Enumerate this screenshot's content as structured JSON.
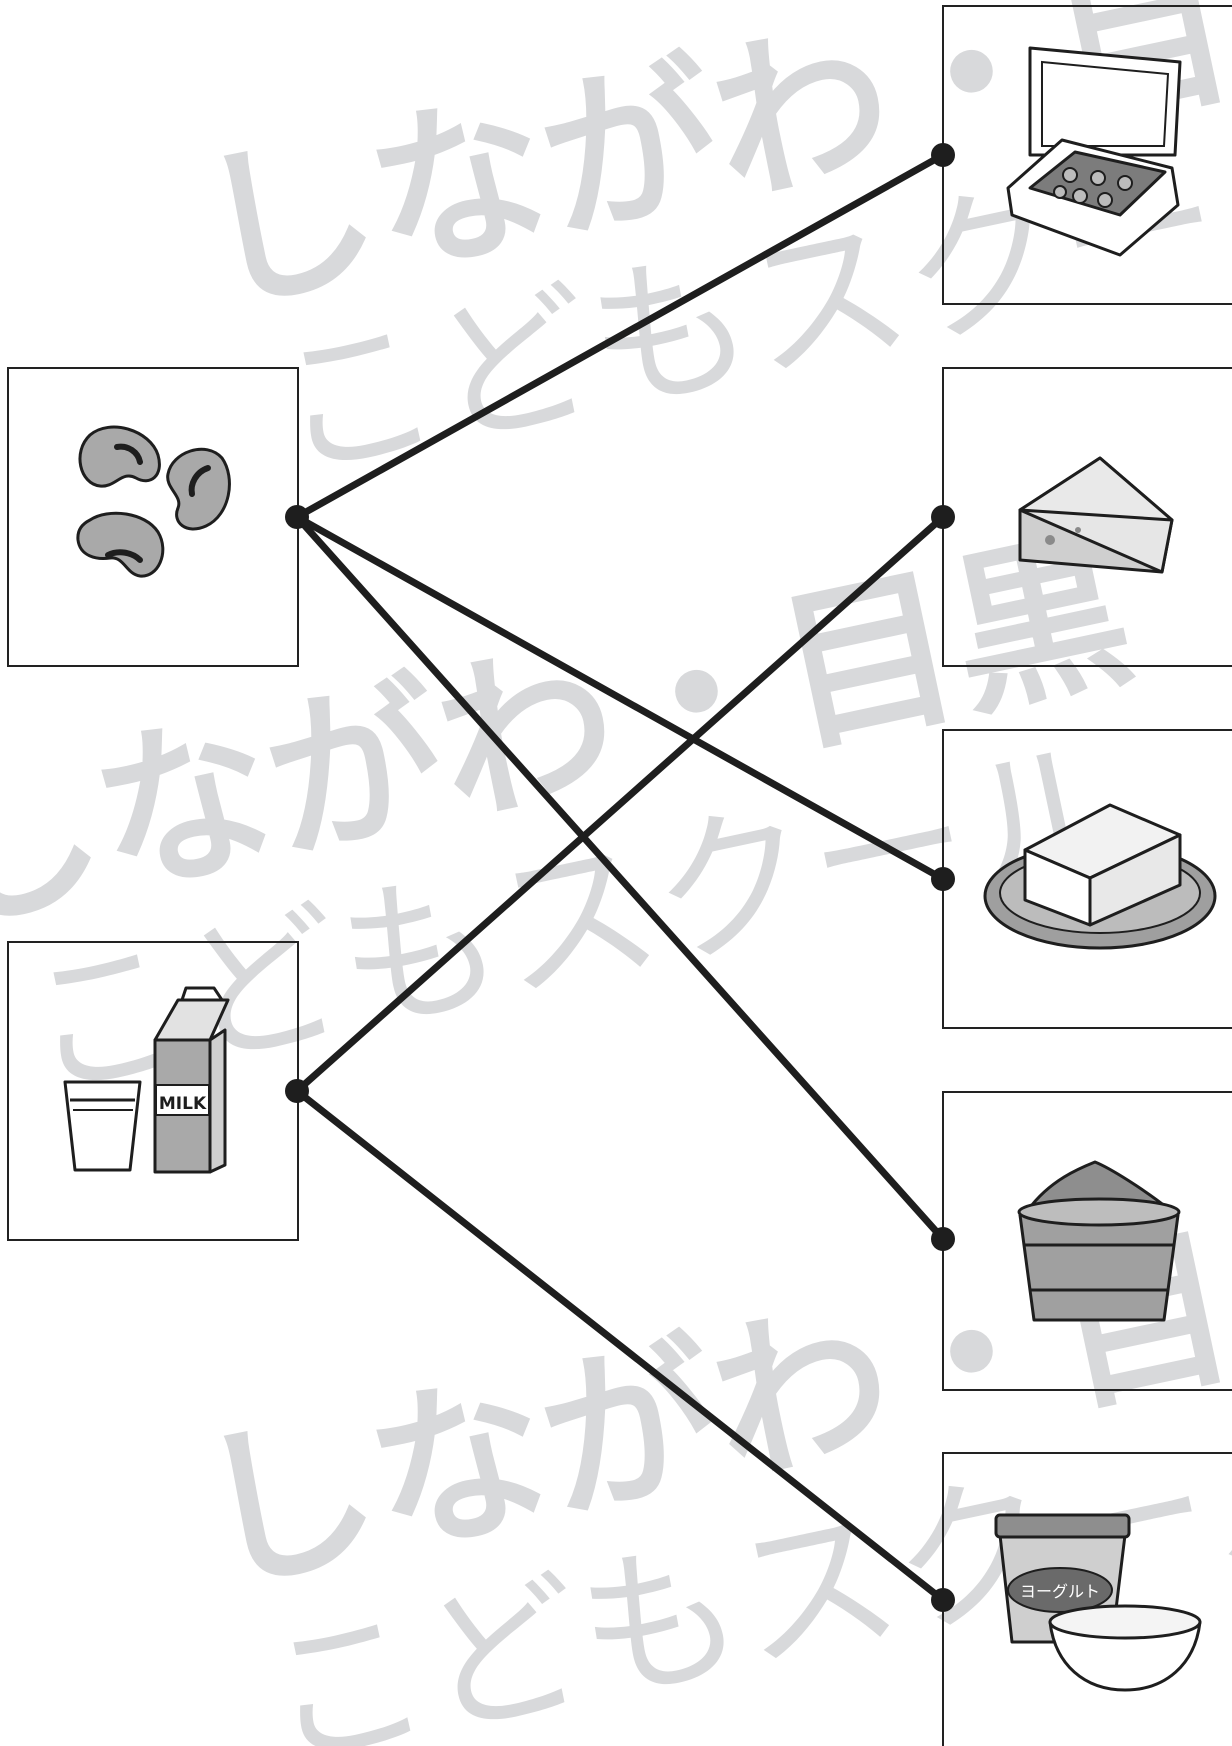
{
  "watermark": {
    "line1": "しながわ・目黒",
    "line2": "こどもスクール"
  },
  "left_items": [
    {
      "name": "beans",
      "icon": "soybeans-icon"
    },
    {
      "name": "milk",
      "icon": "milk-icon",
      "carton_label": "MILK"
    }
  ],
  "right_items": [
    {
      "name": "natto",
      "icon": "natto-pack-icon"
    },
    {
      "name": "cheese",
      "icon": "cheese-icon"
    },
    {
      "name": "tofu",
      "icon": "tofu-icon"
    },
    {
      "name": "miso",
      "icon": "miso-tub-icon"
    },
    {
      "name": "yogurt",
      "icon": "yogurt-icon",
      "cup_label": "ヨーグルト"
    }
  ],
  "connections": [
    {
      "from": 0,
      "to": 0
    },
    {
      "from": 0,
      "to": 2
    },
    {
      "from": 0,
      "to": 3
    },
    {
      "from": 1,
      "to": 1
    },
    {
      "from": 1,
      "to": 4
    }
  ],
  "colors": {
    "line": "#1e1e1e",
    "watermark": "#d8d9db",
    "fill_gray": "#a9a9a9"
  }
}
